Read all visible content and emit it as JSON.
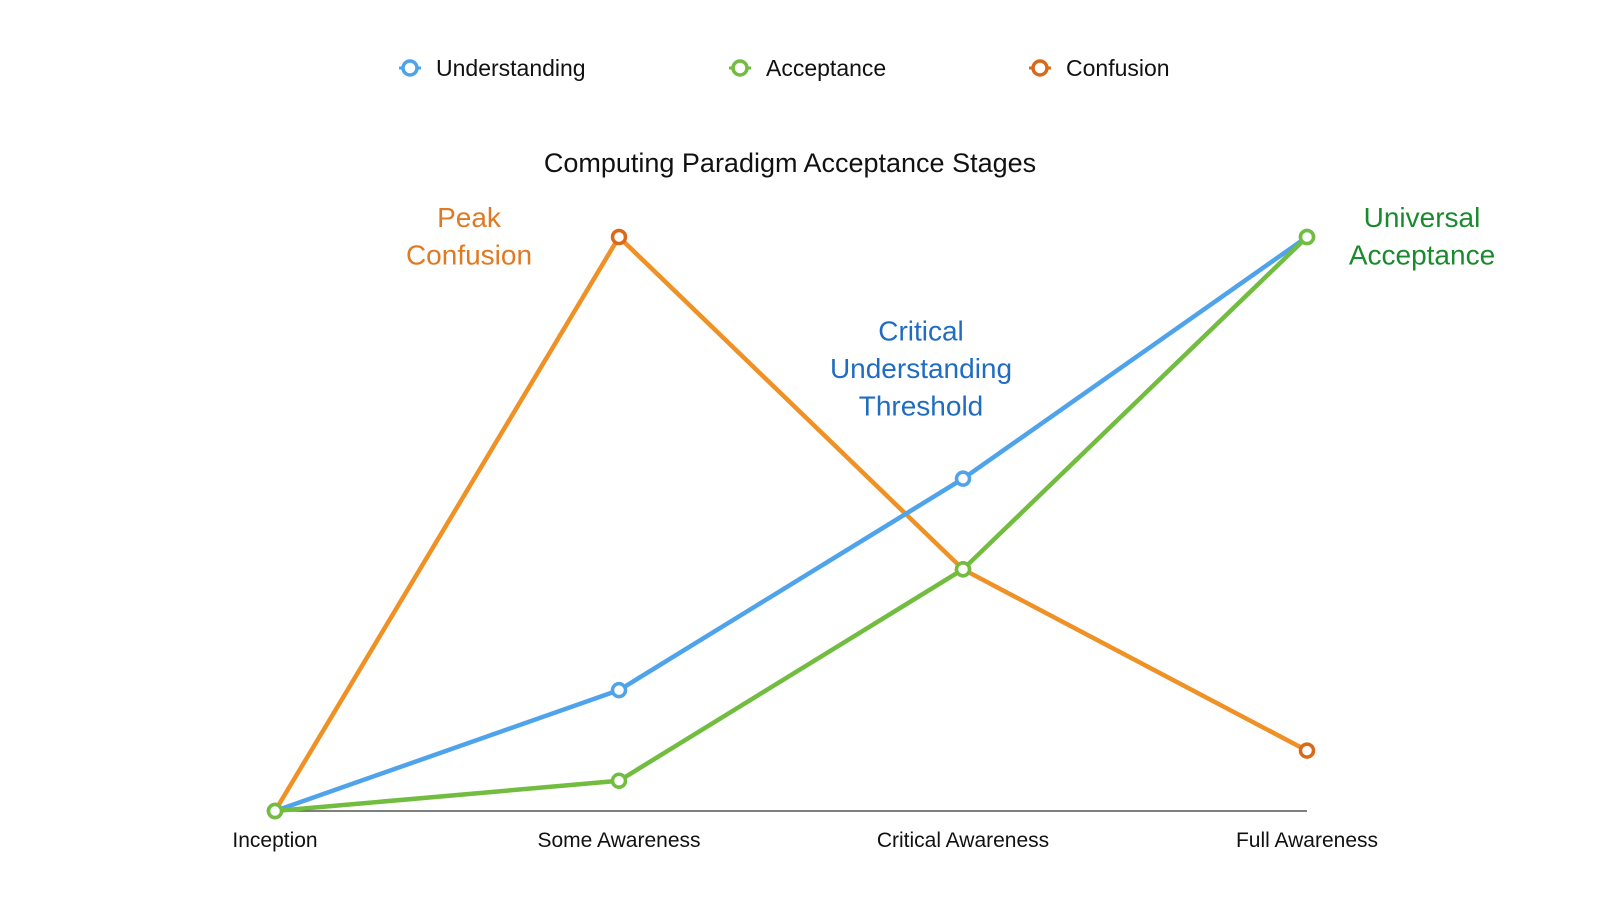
{
  "chart_data": {
    "type": "line",
    "title": "Computing Paradigm Acceptance Stages",
    "xlabel": "",
    "ylabel": "",
    "categories": [
      "Inception",
      "Some Awareness",
      "Critical Awareness",
      "Full Awareness"
    ],
    "ylim": [
      0,
      100
    ],
    "grid": false,
    "legend_position": "top",
    "series": [
      {
        "name": "Understanding",
        "values": [
          0,
          20,
          55,
          95
        ],
        "color": "#4fa3ea"
      },
      {
        "name": "Acceptance",
        "values": [
          0,
          5,
          40,
          95
        ],
        "color": "#72bd3f"
      },
      {
        "name": "Confusion",
        "values": [
          0,
          95,
          40,
          10
        ],
        "color": "#ef9124",
        "marker_color": "#d96a1a"
      }
    ],
    "annotations": [
      {
        "lines": [
          "Peak",
          "Confusion"
        ],
        "color": "#e07a22",
        "anchor_category": 1,
        "anchor_value": 95
      },
      {
        "lines": [
          "Critical",
          "Understanding",
          "Threshold"
        ],
        "color": "#1f6cc0",
        "anchor_category": 2,
        "anchor_value": 55
      },
      {
        "lines": [
          "Universal",
          "Acceptance"
        ],
        "color": "#1a8a2e",
        "anchor_category": 3,
        "anchor_value": 95
      }
    ]
  }
}
